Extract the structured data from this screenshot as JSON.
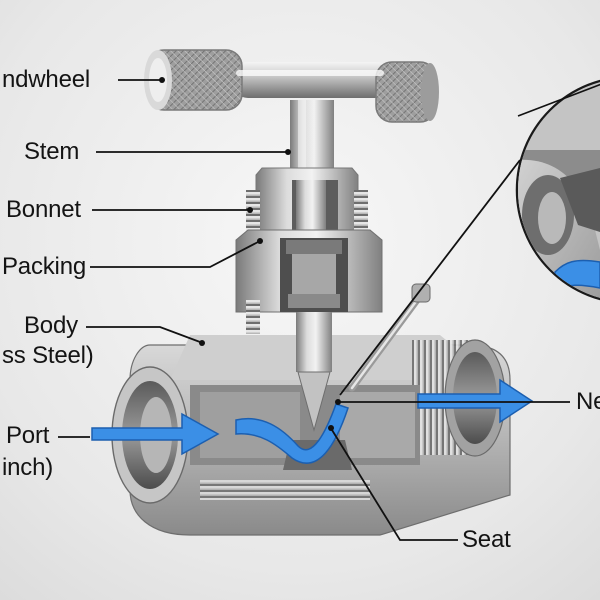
{
  "labels": {
    "handwheel": "ndwheel",
    "stem": "Stem",
    "bonnet": "Bonnet",
    "packing": "Packing",
    "body_line1": "Body",
    "body_line2": "ss Steel)",
    "port_line1": "Port",
    "port_line2": "inch)",
    "seat": "Seat",
    "needle": "Ne"
  },
  "colors": {
    "flow_arrow": "#3b8fe6",
    "flow_arrow_edge": "#1c5fb0",
    "leader_line": "#111111",
    "metal_light": "#e9e9e9",
    "metal_dark": "#7d7d7d"
  },
  "icons": {
    "flow": "flow-arrow-icon"
  }
}
